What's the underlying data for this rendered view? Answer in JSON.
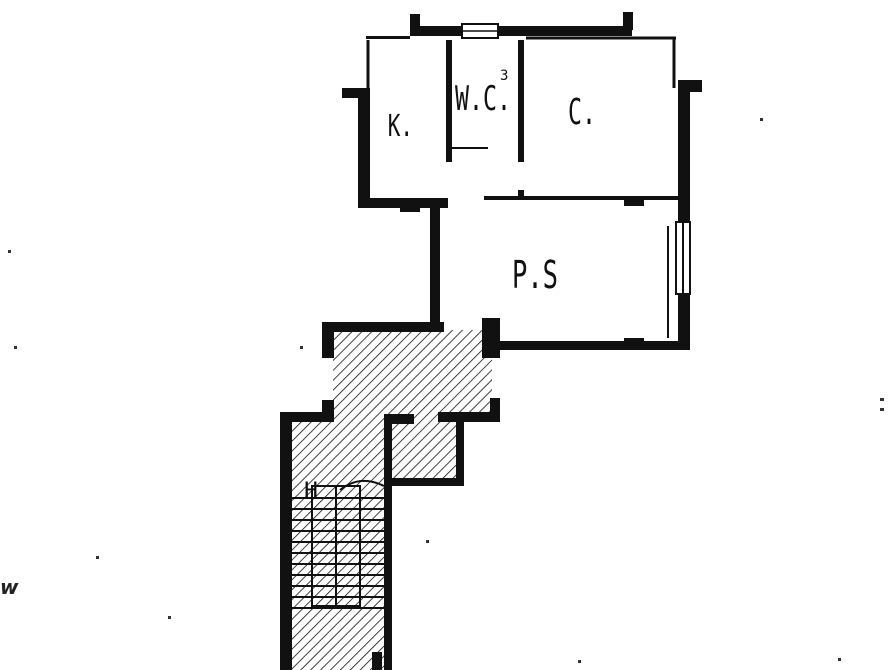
{
  "rooms": {
    "kitchen": "K.",
    "wc": "W.C.",
    "wc_superscript": "3",
    "room_c": "C.",
    "ps": "P.S"
  },
  "stair_mark": "H",
  "edge_mark": "w"
}
